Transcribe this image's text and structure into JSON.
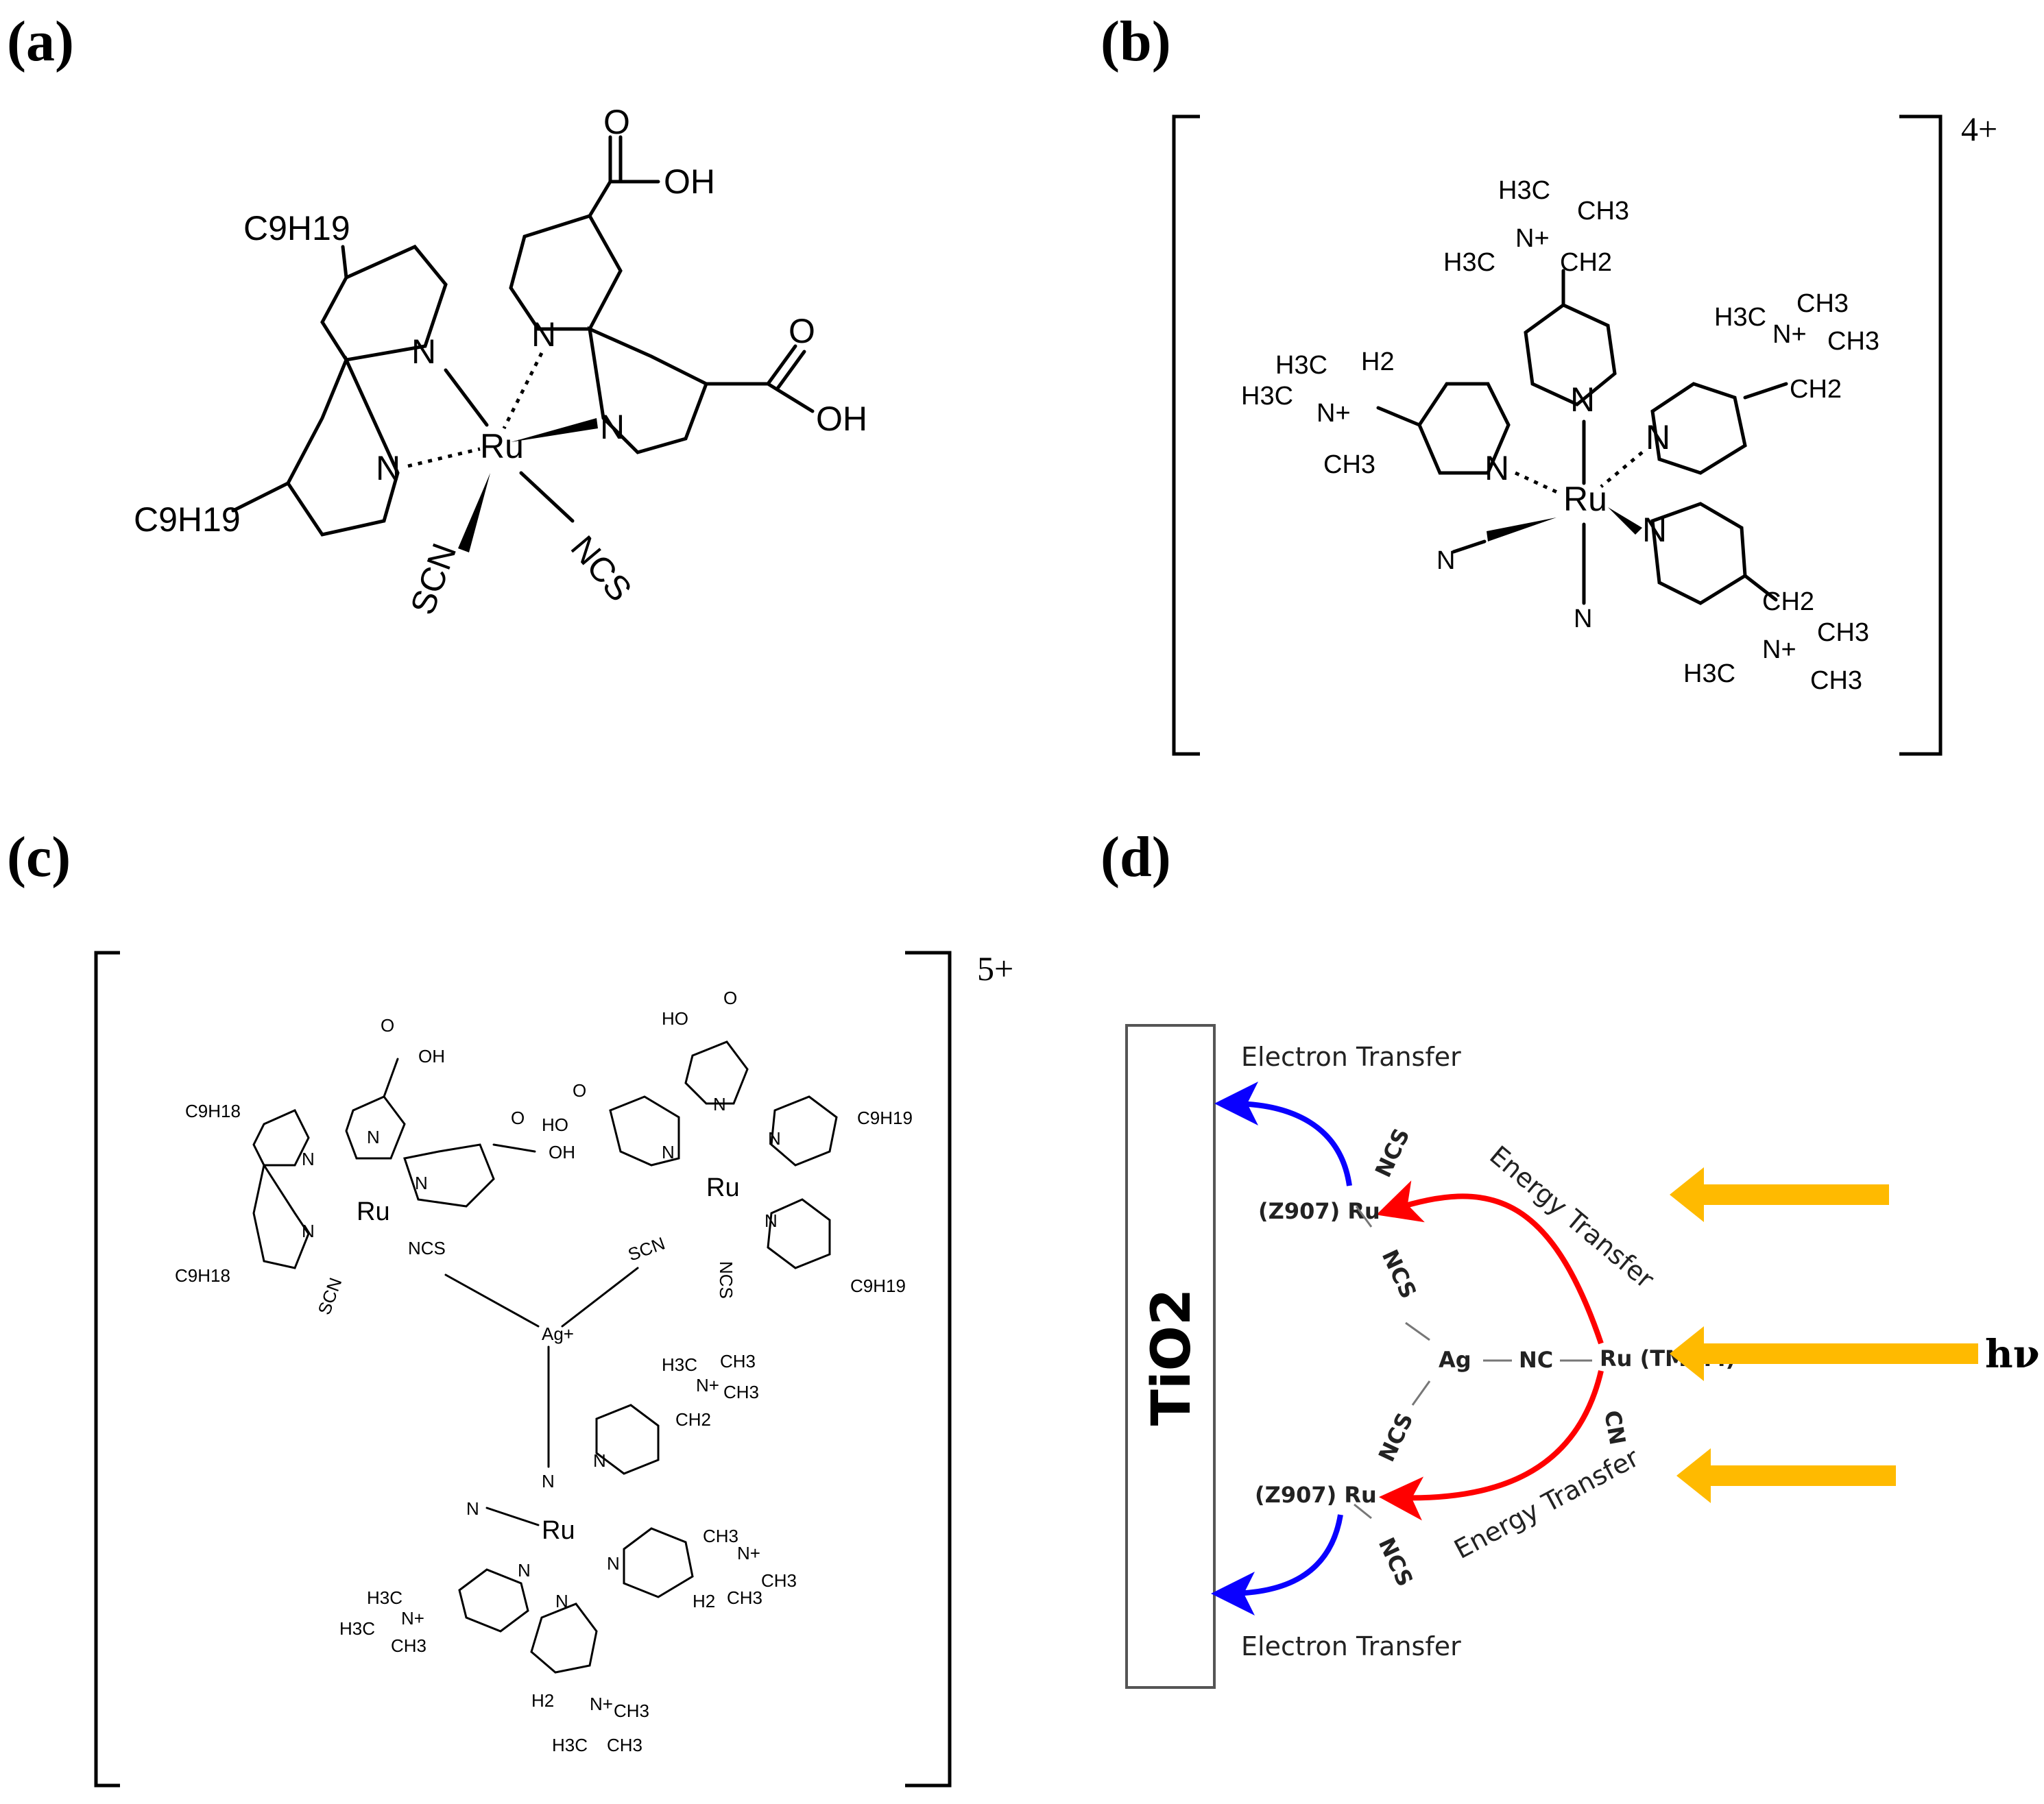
{
  "panels": {
    "a": {
      "label": "(a)"
    },
    "b": {
      "label": "(b)",
      "charge": "4+"
    },
    "c": {
      "label": "(c)",
      "charge": "5+"
    },
    "d": {
      "label": "(d)"
    }
  },
  "atoms": {
    "ru": "Ru",
    "n": "N",
    "o": "O",
    "oh": "OH",
    "ho": "HO",
    "cooh_oh": "OH",
    "c9h19": "C9H19",
    "c9h18": "C9H18",
    "ncs": "NCS",
    "scn": "SCN",
    "ag": "Ag+",
    "cn_n": "N",
    "h3c": "H3C",
    "ch3": "CH3",
    "ch2": "CH2",
    "h2": "H2",
    "nplus": "N+"
  },
  "scheme_d": {
    "surface_label": "TiO2",
    "electron_transfer": "Electron Transfer",
    "energy_transfer": "Energy Transfer",
    "z907_ru": "(Z907) Ru",
    "ncs": "NCS",
    "ag": "Ag",
    "nc": "NC",
    "ru_tmam": "Ru (TMAM)",
    "cn": "CN",
    "light": "hν",
    "colors": {
      "electron_arrow": "#0a00ff",
      "energy_arrow": "#ff0000",
      "light_arrow": "#ffba00"
    }
  }
}
